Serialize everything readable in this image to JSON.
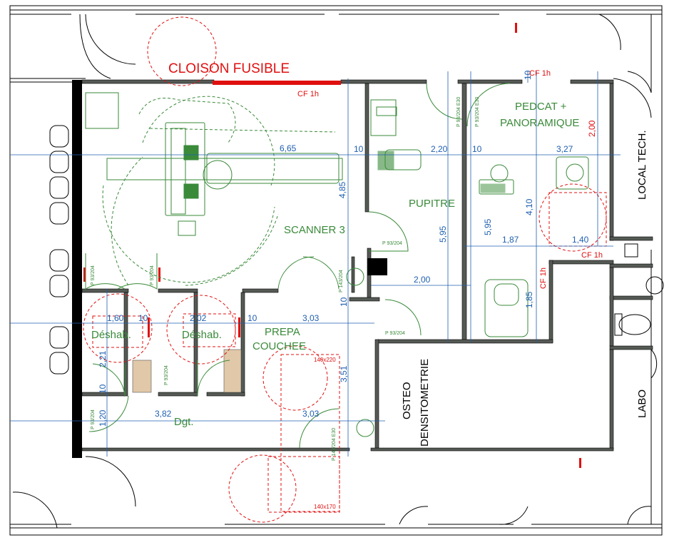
{
  "colors": {
    "wall": "#000000",
    "wall_fill": "#555a55",
    "equipment": "#3a8a3a",
    "room_label": "#3a8a3a",
    "dimension": "#1f5fb0",
    "fire": "#e01010",
    "door_tag": "#3a8a3a",
    "fixed": "#000000",
    "cabin": "#e0c8a8"
  },
  "title": {
    "cloison": "CLOISON FUSIBLE",
    "cf_main": "CF 1h"
  },
  "rooms": {
    "scanner": "SCANNER 3",
    "pupitre": "PUPITRE",
    "pedcat_line1": "PEDCAT +",
    "pedcat_line2": "PANORAMIQUE",
    "local_tech": "LOCAL TECH.",
    "prepa_line1": "PREPA",
    "prepa_line2": "COUCHEE",
    "deshab1": "Déshab.",
    "deshab2": "Déshab.",
    "dgt": "Dgt.",
    "osteo_line1": "OSTEO",
    "osteo_line2": "DENSITOMETRIE",
    "labo": "LABO"
  },
  "dimensions": {
    "d665": "6,65",
    "d10a": "10",
    "d220": "2,20",
    "d10b": "10",
    "d327": "3,27",
    "d485": "4,85",
    "d595a": "5,95",
    "d595b": "5,95",
    "d410": "4,10",
    "d200v": "2,00",
    "d187": "1,87",
    "d140": "1,40",
    "d200h": "2,00",
    "d160": "1,60",
    "d10c": "10",
    "d202": "2,02",
    "d10d": "10",
    "d303a": "3,03",
    "d10e": "10",
    "d185": "1,85",
    "d221": "2,21",
    "d10f": "10",
    "d351": "3,51",
    "d120": "1,20",
    "d382": "3,82",
    "d303b": "3,03",
    "d10g": "10"
  },
  "fire_ratings": {
    "cf_top": "CF 1h",
    "cf_local": "CF 1h",
    "cf_pedcat": "CF 1h",
    "cf_sep": "CF 1h"
  },
  "doors": {
    "p93_204_a": "P 93/204",
    "p93_204_b": "P 93/204",
    "p93_204_c": "P 93/204",
    "p93_204_d": "P 93/204",
    "p93_204_e": "P 93/204",
    "p93_204_f": "P 93/204",
    "p93_204_g": "P 93/204",
    "p143_204": "P 143/204",
    "p143_204_e30": "P 143/204 E30",
    "p93_204_e30a": "P 93/204 E30",
    "p93_204_e30b": "P 93/204 E30"
  },
  "tables": {
    "t140x220": "140x220",
    "t140x170": "140x170"
  }
}
